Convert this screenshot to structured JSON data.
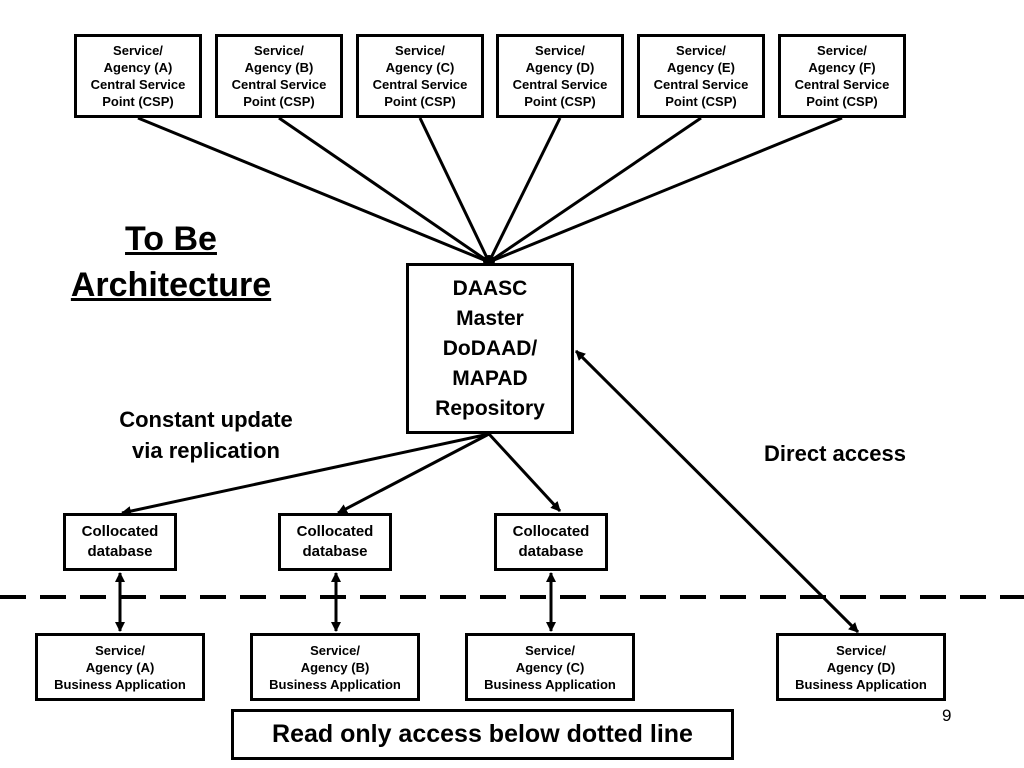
{
  "csp_boxes": [
    {
      "label": "Service/\nAgency (A)\nCentral Service\nPoint (CSP)"
    },
    {
      "label": "Service/\nAgency (B)\nCentral Service\nPoint (CSP)"
    },
    {
      "label": "Service/\nAgency (C)\nCentral Service\nPoint (CSP)"
    },
    {
      "label": "Service/\nAgency (D)\nCentral Service\nPoint (CSP)"
    },
    {
      "label": "Service/\nAgency (E)\nCentral Service\nPoint (CSP)"
    },
    {
      "label": "Service/\nAgency (F)\nCentral Service\nPoint (CSP)"
    }
  ],
  "title": "To Be\nArchitecture",
  "master": {
    "label": "DAASC\nMaster\nDoDAAD/\nMAPAD\nRepository"
  },
  "replication_label": "Constant update\nvia replication",
  "direct_access_label": "Direct access",
  "collocated": [
    {
      "label": "Collocated\ndatabase"
    },
    {
      "label": "Collocated\ndatabase"
    },
    {
      "label": "Collocated\ndatabase"
    }
  ],
  "business_apps": [
    {
      "label": "Service/\nAgency (A)\nBusiness Application"
    },
    {
      "label": "Service/\nAgency (B)\nBusiness Application"
    },
    {
      "label": "Service/\nAgency (C)\nBusiness Application"
    },
    {
      "label": "Service/\nAgency (D)\nBusiness Application"
    }
  ],
  "footer_note": "Read only access below dotted line",
  "page_number": "9",
  "colors": {
    "line": "#000000",
    "background": "#ffffff"
  }
}
